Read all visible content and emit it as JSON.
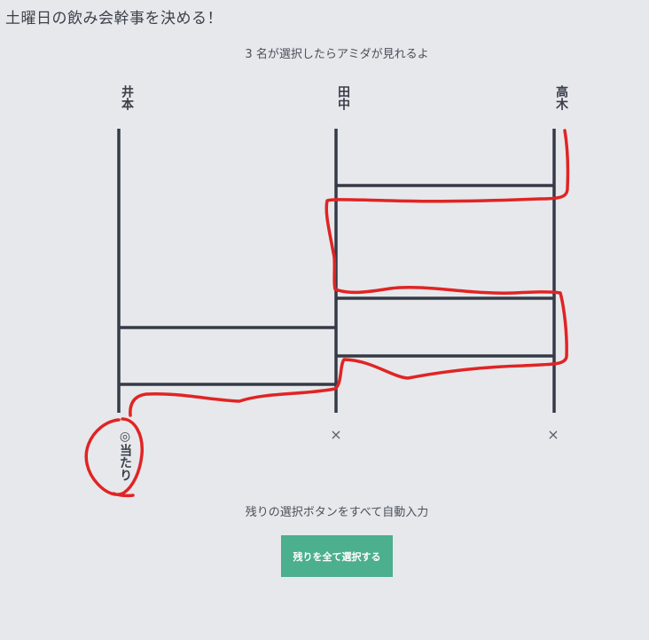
{
  "header": {
    "title": "土曜日の飲み会幹事を決める！",
    "status": "3 名が選択したらアミダが見れるよ"
  },
  "participants": [
    {
      "name": "井本"
    },
    {
      "name": "田中"
    },
    {
      "name": "高木"
    }
  ],
  "results": [
    {
      "label": "◎当たり",
      "is_winner": true
    },
    {
      "label": "×",
      "is_winner": false
    },
    {
      "label": "×",
      "is_winner": false
    }
  ],
  "footer": {
    "caption": "残りの選択ボタンをすべて自動入力",
    "button_label": "残りを全て選択する"
  },
  "colors": {
    "background": "#e7e8eb",
    "ladder_line": "#353a47",
    "annotation": "#e02424",
    "button": "#4caf8e",
    "button_text": "#ffffff"
  }
}
